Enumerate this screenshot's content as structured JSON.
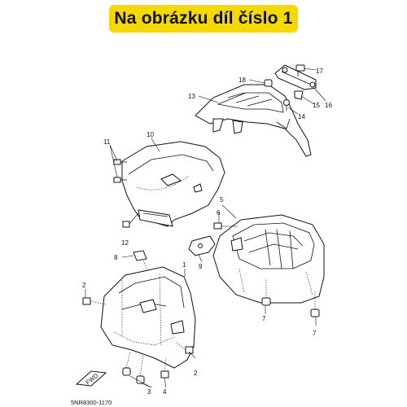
{
  "banner": {
    "text": "Na obrázku díl číslo 1",
    "color": "#f5d800"
  },
  "diagram": {
    "callouts": [
      "1",
      "2",
      "2",
      "3",
      "4",
      "5",
      "6",
      "7",
      "7",
      "8",
      "9",
      "10",
      "11",
      "12",
      "13",
      "14",
      "15",
      "16",
      "17",
      "18"
    ],
    "fwd_label": "FWD",
    "part_code": "5NR8300-1170"
  }
}
